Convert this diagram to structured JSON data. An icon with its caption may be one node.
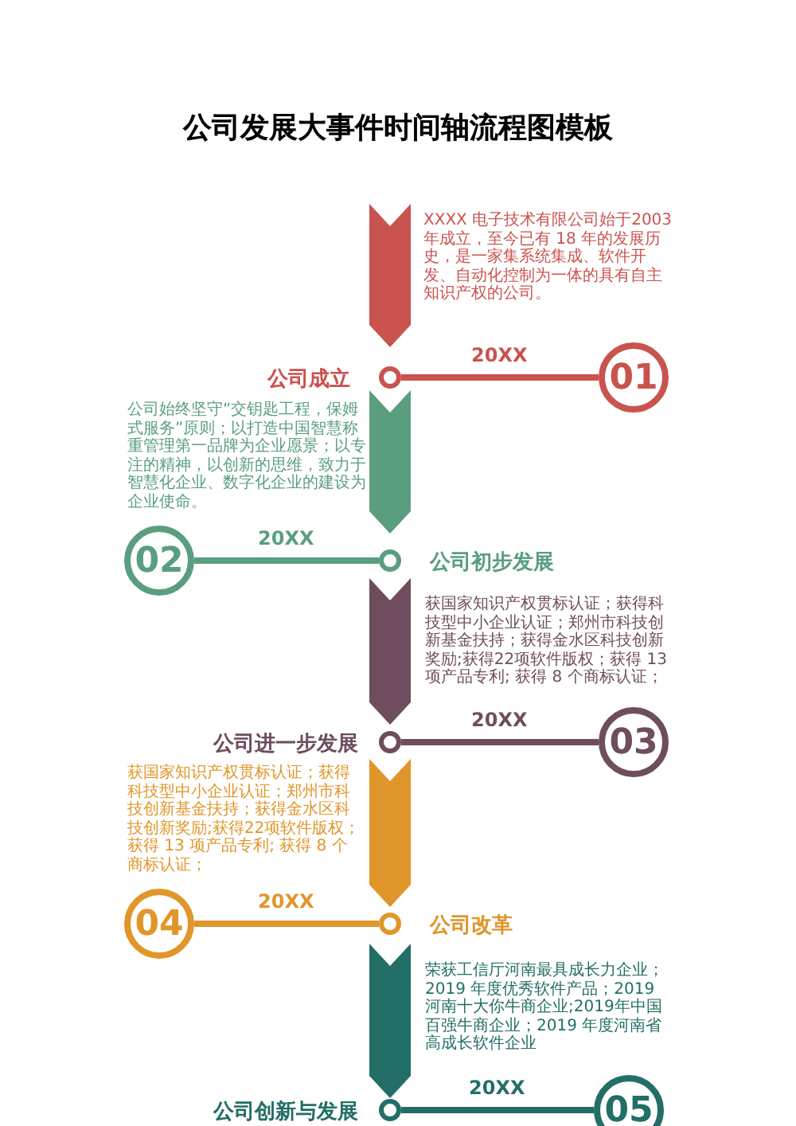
{
  "diagram": {
    "title": "公司发展大事件时间轴流程图模板",
    "nodes": [
      {
        "text": [],
        "shape": "chevron",
        "beside": [
          "XXXX 电子技术有限公司始于2003 年成立，至今已有 18 年的发展历史，是一家集系统集成、软件开发、自动化控制为一体的具有自主知识产权的公司。"
        ]
      },
      {
        "text": [],
        "shape": "circle",
        "beside": [
          "公司成立"
        ]
      },
      {
        "text": [
          "01"
        ]
      },
      {
        "text": [],
        "shape": "chevron",
        "beside": [
          "公司始终坚守“交钥匙工程，保姆式服务”原则；以打造中国智慧称重管理第一品牌为企业愿景；以专注的精神，以创新的思维，致力于智慧化企业、数字化企业的建设为企业使命。"
        ]
      },
      {
        "text": [
          "02"
        ]
      },
      {
        "text": [],
        "shape": "circle",
        "beside": [
          "公司初步发展"
        ]
      },
      {
        "text": [],
        "shape": "chevron",
        "beside": [
          "获国家知识产权贯标认证；获得科技型中小企业认证；郑州市科技创新基金扶持；获得金水区科技创新奖励;获得22项软件版权；获得 13 项产品专利; 获得 8 个商标认证；"
        ]
      },
      {
        "text": [],
        "shape": "circle",
        "beside": [
          "公司进一步发展"
        ]
      },
      {
        "text": [
          "03"
        ]
      },
      {
        "text": [],
        "shape": "chevron",
        "beside": [
          "获国家知识产权贯标认证；获得科技型中小企业认证；郑州市科技创新基金扶持；获得金水区科技创新奖励;获得22项软件版权；获得 13 项产品专利; 获得 8 个商标认证；"
        ]
      },
      {
        "text": [
          "04"
        ]
      },
      {
        "text": [],
        "shape": "circle",
        "beside": [
          "公司改革"
        ]
      },
      {
        "text": [],
        "shape": "chevron",
        "beside": [
          "荣获工信厅河南最具成长力企业；2019 年度优秀软件产品；2019 河南十大你牛商企业;2019年中国百强牛商企业；2019 年度河南省高成长软件企业"
        ]
      },
      {
        "text": [],
        "shape": "circle",
        "beside": [
          "公司创新与发展"
        ]
      },
      {
        "text": [
          "05"
        ]
      }
    ],
    "edges": [
      {
        "from": 1,
        "to": 2,
        "arrow": "none",
        "label": "20XX",
        "color": "#c9534f"
      },
      {
        "from": 5,
        "to": 4,
        "arrow": "none",
        "label": "20XX",
        "color": "#5a9e7f"
      },
      {
        "from": 7,
        "to": 8,
        "arrow": "none",
        "label": "20XX",
        "color": "#6e4d5e"
      },
      {
        "from": 11,
        "to": 10,
        "arrow": "none",
        "label": "20XX",
        "color": "#e0962a"
      },
      {
        "from": 13,
        "to": 14,
        "arrow": "none",
        "label": "20XX",
        "color": "#236e66"
      }
    ]
  }
}
